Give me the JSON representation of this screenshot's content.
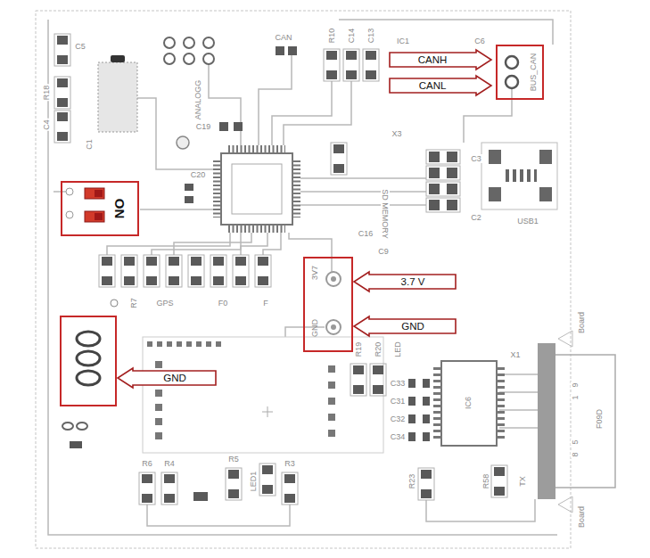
{
  "diagram": {
    "nodes": [
      {
        "text": [
          "CANH"
        ]
      },
      {
        "text": [
          "CANL"
        ]
      },
      {
        "text": [
          "BUS_CAN"
        ]
      },
      {
        "text": [
          "ON"
        ]
      },
      {
        "text": [
          "3V7",
          "GND"
        ]
      },
      {
        "text": [
          "3.7 V"
        ]
      },
      {
        "text": [
          "GND"
        ]
      },
      {
        "text": [
          "GND"
        ]
      }
    ],
    "labels": [
      "CAN",
      "R10",
      "C14",
      "C13",
      "IC1",
      "C6",
      "X3",
      "C5",
      "R18",
      "C4",
      "C1",
      "C19",
      "C20",
      "ANALOGG",
      "SD MEMORY",
      "C3",
      "C2",
      "USB1",
      "C16",
      "C9",
      "GPS",
      "R7",
      "F0",
      "F",
      "R19",
      "R20",
      "LED",
      "X1",
      "IC6",
      "C33",
      "C31",
      "C32",
      "C34",
      "F09D",
      "Board",
      "Board",
      "9",
      "1",
      "5",
      "8",
      "R23",
      "R58",
      "TX",
      "R6",
      "R4",
      "R5",
      "LED1",
      "R3"
    ]
  }
}
